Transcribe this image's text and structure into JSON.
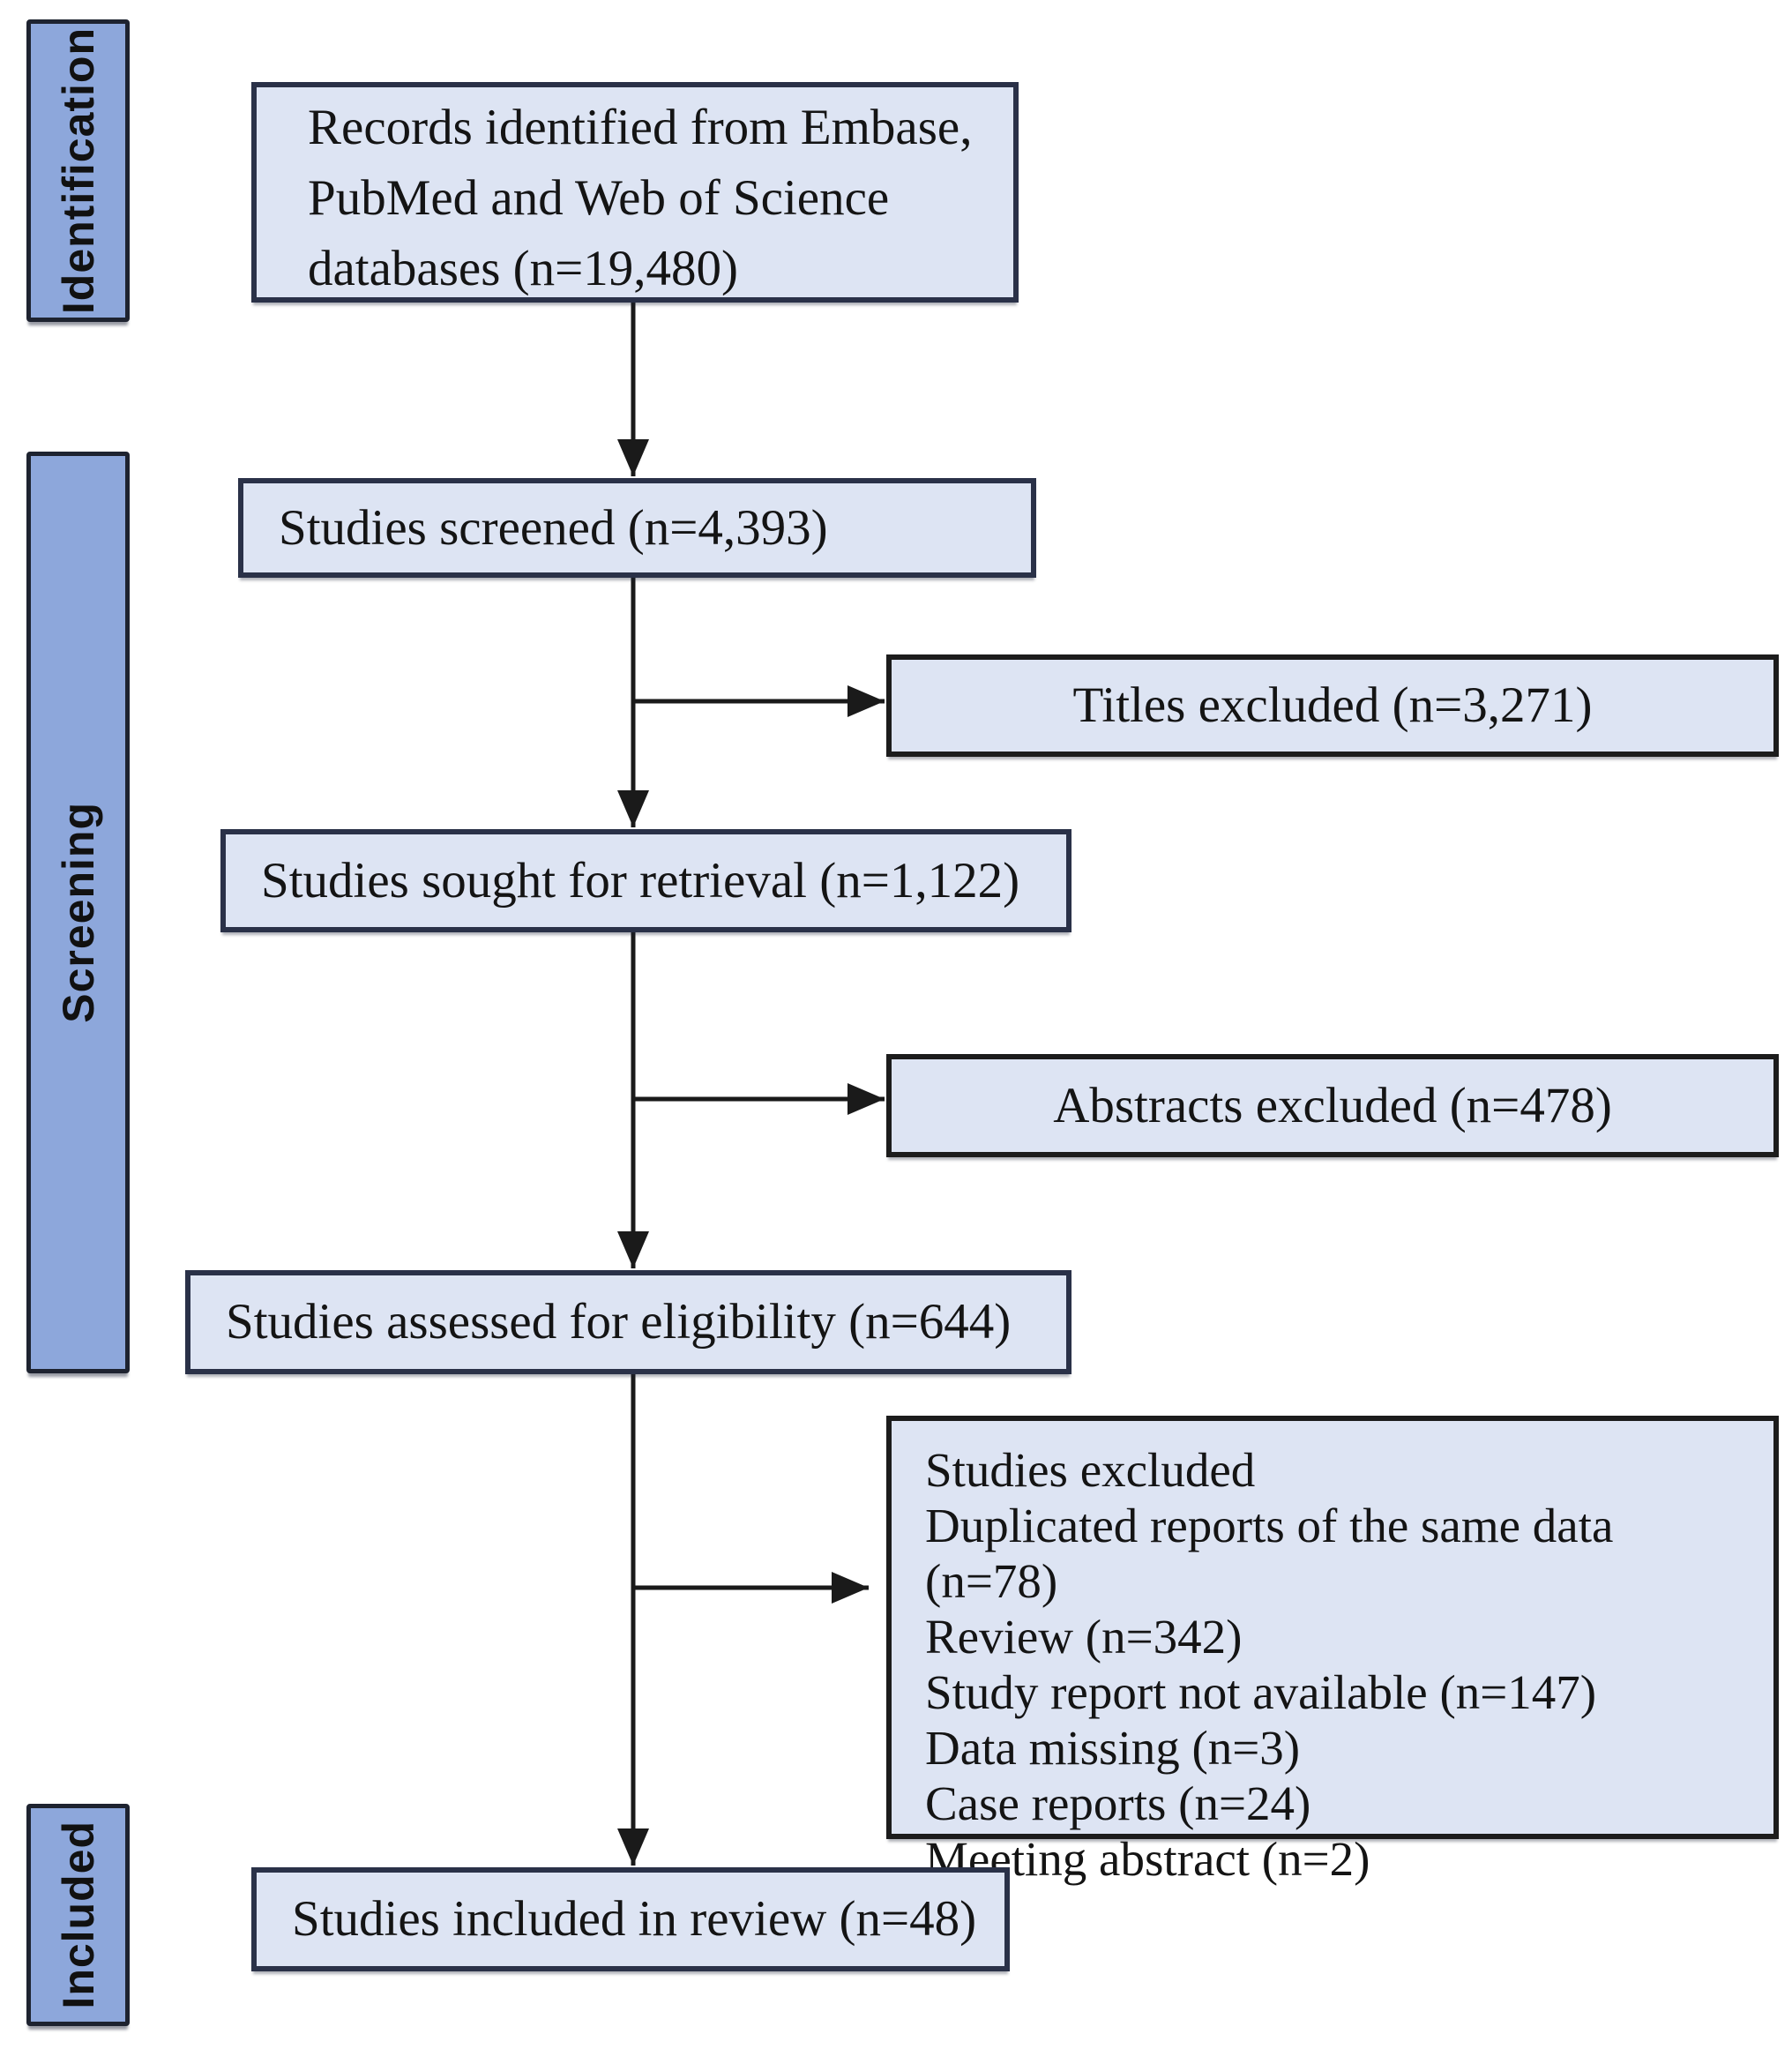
{
  "diagram_title": "PRISMA study selection flow diagram",
  "colors": {
    "box_fill": "#dde4f3",
    "box_border": "#2a3148",
    "side_box_border": "#1c1c1c",
    "stage_fill": "#8da7db",
    "stage_border": "#1e2330",
    "arrow": "#1a1a1a",
    "text": "#141414",
    "background": "#ffffff"
  },
  "stages": [
    {
      "label": "Identification"
    },
    {
      "label": "Screening"
    },
    {
      "label": "Included"
    }
  ],
  "boxes": {
    "records": {
      "text": "Records identified from Embase,\nPubMed and Web of Science\ndatabases (n=19,480)",
      "n": "19,480"
    },
    "screened": {
      "text": "Studies screened (n=4,393)",
      "n": "4,393"
    },
    "titles_excluded": {
      "text": "Titles excluded (n=3,271)",
      "n": "3,271"
    },
    "sought": {
      "text": "Studies sought for retrieval (n=1,122)",
      "n": "1,122"
    },
    "abstracts_excluded": {
      "text": "Abstracts excluded (n=478)",
      "n": "478"
    },
    "assessed": {
      "text": "Studies assessed for eligibility (n=644)",
      "n": "644"
    },
    "studies_excluded": {
      "lines": [
        "Studies excluded",
        "Duplicated reports of the same data (n=78)",
        "Review (n=342)",
        "Study report not available (n=147)",
        "Data missing (n=3)",
        "Case reports (n=24)",
        "Meeting abstract (n=2)"
      ]
    },
    "included": {
      "text": "Studies included in review (n=48)",
      "n": "48"
    }
  }
}
